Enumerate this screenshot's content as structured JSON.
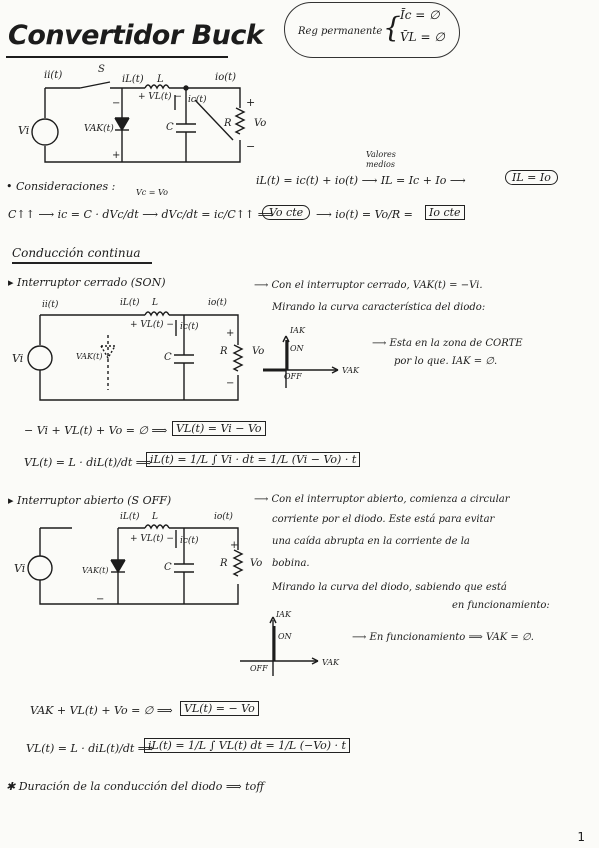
{
  "title": "Convertidor Buck",
  "steady_state": {
    "label": "Reg permanente",
    "eq1": "Īc = ∅",
    "eq2": "V̄L = ∅"
  },
  "circuit1": {
    "labels": {
      "ii": "ii(t)",
      "s": "S",
      "il": "iL(t)",
      "L": "L",
      "io": "io(t)",
      "vl": "+ VL(t) −",
      "ic": "ic(t)",
      "vi": "Vi",
      "vak": "VAK(t)",
      "c": "C",
      "r": "R",
      "vo": "Vo",
      "plus_r": "+",
      "minus_r": "−",
      "minus_d": "−",
      "plus_d": "+"
    }
  },
  "avg_currents": {
    "note": "Valores medios",
    "eq": "iL(t) = ic(t) + io(t)  ⟶  IL = Ic + Io  ⟶",
    "result": "IL = Io"
  },
  "considerations": {
    "label": "• Consideraciones :",
    "vc_note": "Vc = Vo",
    "eq": "C↑↑ ⟶ ic = C · dVc/dt  ⟶  dVc/dt = ic/C↑↑  ⟹",
    "oval": "Vo cte",
    "eq2": "⟶ io(t) = Vo/R =",
    "boxed": "Io cte"
  },
  "section_continuous": "Conducción continua",
  "closed": {
    "heading": "▸ Interruptor cerrado (SON)",
    "text1": "⟶ Con el interruptor cerrado, VAK(t) = −Vi.",
    "text2": "Mirando la curva característica del diodo:",
    "curve_labels": {
      "iak": "IAK",
      "on": "ON",
      "off": "OFF",
      "vak": "VAK"
    },
    "region_text1": "⟶ Esta en la zona de CORTE",
    "region_text2": "por lo que. IAK = ∅.",
    "circuit_labels": {
      "ii": "ii(t)",
      "il": "iL(t)",
      "L": "L",
      "io": "io(t)",
      "vl": "+ VL(t) −",
      "ic": "ic(t)",
      "vi": "Vi",
      "vak": "VAK(t)",
      "c": "C",
      "r": "R",
      "vo": "Vo",
      "plus": "+",
      "minus": "−"
    },
    "kvl": "− Vi + VL(t) + Vo = ∅  ⟹",
    "kvl_box": "VL(t) = Vi − Vo",
    "il_eq": "VL(t) = L · diL(t)/dt  ⟹",
    "il_box": "iL(t) = 1/L ∫ Vi · dt = 1/L (Vi − Vo) · t"
  },
  "open": {
    "heading": "▸ Interruptor abierto (S OFF)",
    "text1": "⟶ Con el interruptor abierto, comienza a circular",
    "text2": "corriente por el diodo. Este está para evitar",
    "text3": "una caída abrupta en la corriente de la",
    "text4": "bobina.",
    "text5": "Mirando la curva del diodo, sabiendo que está",
    "text6": "en funcionamiento:",
    "curve_labels": {
      "iak": "IAK",
      "on": "ON",
      "off": "OFF",
      "vak": "VAK"
    },
    "region_text": "⟶ En funcionamiento ⟹ VAK = ∅.",
    "circuit_labels": {
      "il": "iL(t)",
      "L": "L",
      "io": "io(t)",
      "vl": "+ VL(t) −",
      "ic": "ic(t)",
      "vi": "Vi",
      "vak": "VAK(t)",
      "c": "C",
      "r": "R",
      "vo": "Vo",
      "plus": "+",
      "minus": "−"
    },
    "kvl": "VAK + VL(t) + Vo = ∅  ⟹",
    "kvl_box": "VL(t) = − Vo",
    "il_eq": "VL(t) = L · diL(t)/dt  ⟹",
    "il_box": "iL(t) = 1/L ∫ VL(t) dt = 1/L (−Vo) · t"
  },
  "footer_note": "✱ Duración de la conducción del diodo ⟹ toff",
  "page_number": "1"
}
